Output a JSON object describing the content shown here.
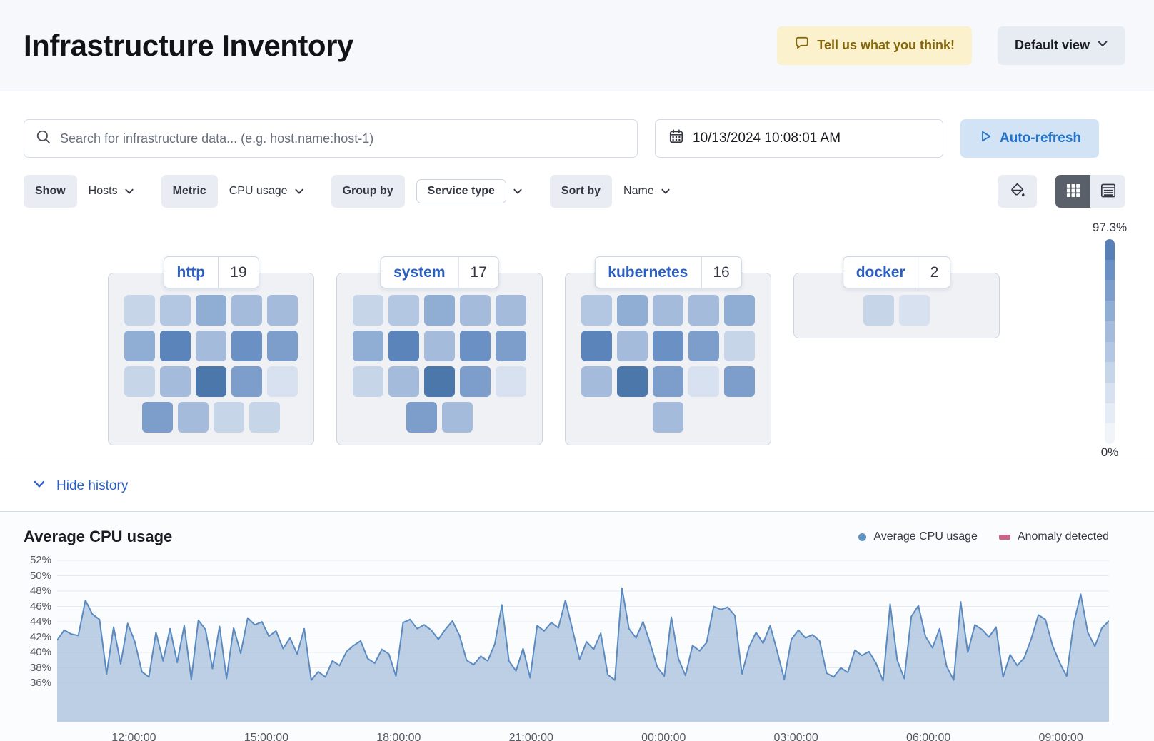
{
  "header": {
    "title": "Infrastructure Inventory",
    "feedback_label": "Tell us what you think!",
    "view_label": "Default view"
  },
  "toolbar": {
    "search_placeholder": "Search for infrastructure data... (e.g. host.name:host-1)",
    "datetime": "10/13/2024 10:08:01 AM",
    "auto_refresh_label": "Auto-refresh"
  },
  "filters": {
    "show_label": "Show",
    "show_value": "Hosts",
    "metric_label": "Metric",
    "metric_value": "CPU usage",
    "group_label": "Group by",
    "group_value": "Service type",
    "sort_label": "Sort by",
    "sort_value": "Name"
  },
  "scale": {
    "max_label": "97.3%",
    "min_label": "0%",
    "colors": [
      "#5781b6",
      "#6b90c3",
      "#7d9dcb",
      "#90add4",
      "#a4bbdc",
      "#b3c7e2",
      "#c7d5e9",
      "#d7e1f0",
      "#e5ecf6",
      "#f1f5fa"
    ]
  },
  "waffle": {
    "palette": [
      "#d7e1f0",
      "#c7d5e9",
      "#b3c7e2",
      "#a4bbdc",
      "#90add4",
      "#7d9dcb",
      "#6b90c3",
      "#5b85ba",
      "#4b77ab"
    ],
    "groups": [
      {
        "name": "http",
        "count": "19",
        "rows": [
          [
            1,
            2,
            4,
            3,
            3
          ],
          [
            4,
            7,
            3,
            6,
            5
          ],
          [
            1,
            3,
            8,
            5,
            0
          ],
          [
            5,
            3,
            1,
            1
          ]
        ]
      },
      {
        "name": "system",
        "count": "17",
        "rows": [
          [
            1,
            2,
            4,
            3,
            3
          ],
          [
            4,
            7,
            3,
            6,
            5
          ],
          [
            1,
            3,
            8,
            5,
            0
          ],
          [
            5,
            3
          ]
        ]
      },
      {
        "name": "kubernetes",
        "count": "16",
        "rows": [
          [
            2,
            4,
            3,
            3,
            4
          ],
          [
            7,
            3,
            6,
            5,
            1
          ],
          [
            3,
            8,
            5,
            0,
            5
          ],
          [
            3
          ]
        ]
      },
      {
        "name": "docker",
        "count": "2",
        "rows": [
          [
            1,
            0
          ]
        ]
      }
    ]
  },
  "history": {
    "toggle_label": "Hide history"
  },
  "chart_data": {
    "type": "area",
    "title": "Average CPU usage",
    "legend": [
      {
        "label": "Average CPU usage",
        "color": "#6092c0",
        "shape": "dot"
      },
      {
        "label": "Anomaly detected",
        "color": "#c76784",
        "shape": "bar"
      }
    ],
    "ylim": [
      36,
      52
    ],
    "y_ticks": [
      "52%",
      "50%",
      "48%",
      "46%",
      "44%",
      "42%",
      "40%",
      "38%",
      "36%"
    ],
    "x_ticks": [
      "12:00:00",
      "15:00:00",
      "18:00:00",
      "21:00:00",
      "00:00:00",
      "03:00:00",
      "06:00:00",
      "09:00:00"
    ],
    "grid": true,
    "legend_position": "top-right",
    "line_color": "#5a8ac0",
    "fill_color": "#aec3dd",
    "series": [
      {
        "name": "Average CPU usage",
        "values": [
          41.6,
          42.9,
          42.4,
          42.2,
          46.8,
          45.0,
          44.3,
          37.2,
          43.3,
          38.5,
          43.8,
          41.4,
          37.5,
          36.8,
          42.6,
          38.9,
          43.1,
          38.7,
          43.5,
          36.5,
          44.2,
          43.0,
          37.9,
          43.4,
          36.6,
          43.2,
          39.9,
          44.5,
          43.6,
          44.0,
          42.1,
          42.8,
          40.5,
          41.9,
          39.8,
          43.1,
          36.4,
          37.5,
          36.8,
          38.9,
          38.3,
          40.1,
          40.9,
          41.5,
          39.2,
          38.6,
          40.4,
          39.8,
          36.9,
          43.9,
          44.3,
          43.1,
          43.6,
          42.9,
          41.7,
          43.0,
          44.1,
          42.2,
          39.0,
          38.4,
          39.5,
          38.9,
          41.1,
          46.2,
          38.9,
          37.6,
          40.5,
          36.7,
          43.5,
          42.8,
          43.9,
          43.2,
          46.8,
          43.0,
          39.1,
          41.4,
          40.4,
          42.5,
          37.1,
          36.4,
          48.4,
          43.1,
          41.9,
          44.0,
          41.2,
          38.1,
          36.9,
          44.6,
          39.2,
          37.0,
          40.9,
          40.2,
          41.3,
          46.0,
          45.6,
          45.9,
          44.8,
          37.2,
          40.7,
          42.6,
          41.2,
          43.5,
          40.1,
          36.5,
          41.7,
          42.9,
          41.9,
          42.3,
          41.5,
          37.3,
          36.8,
          38.0,
          37.4,
          40.3,
          39.6,
          40.1,
          38.6,
          36.3,
          46.3,
          39.0,
          36.6,
          44.7,
          46.1,
          42.1,
          40.6,
          43.1,
          38.2,
          36.4,
          46.6,
          40.0,
          43.6,
          43.0,
          42.0,
          43.3,
          36.8,
          39.7,
          38.3,
          39.3,
          41.8,
          44.9,
          44.3,
          40.9,
          38.7,
          36.9,
          43.8,
          47.6,
          42.6,
          40.8,
          43.2,
          44.1
        ]
      }
    ]
  }
}
